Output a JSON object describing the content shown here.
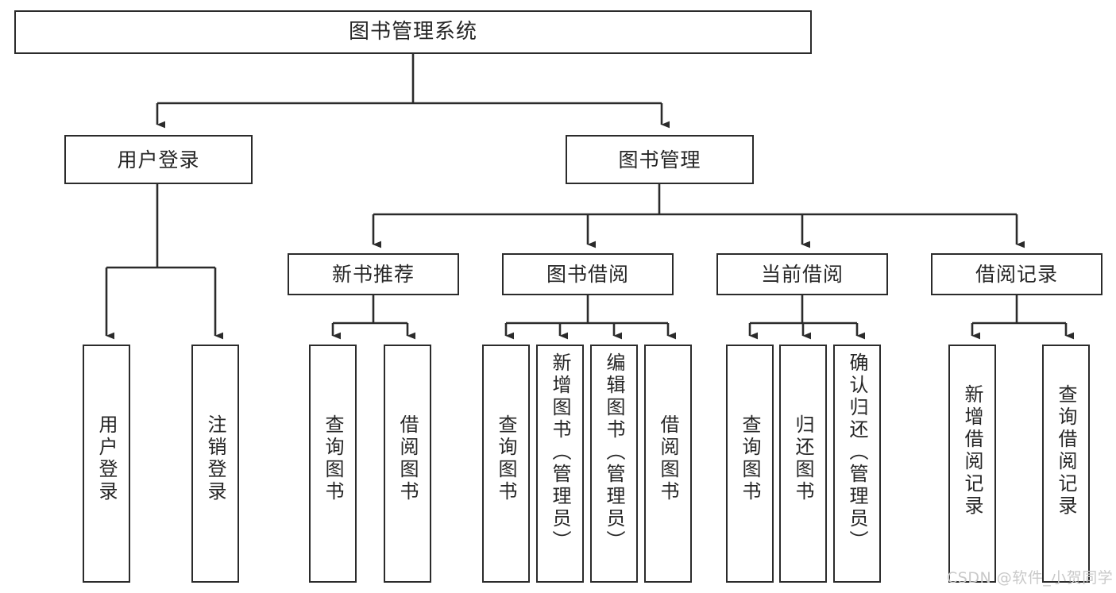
{
  "diagram": {
    "title": "图书管理系统",
    "type": "tree",
    "watermark": "CSDN @软件_小贺同学",
    "colors": {
      "stroke": "#2b2b2b",
      "fill": "#ffffff",
      "text": "#262626",
      "watermark": "#c9c9c9",
      "background": "#ffffff"
    },
    "levels": {
      "root": [
        "图书管理系统"
      ],
      "level2": [
        "用户登录",
        "图书管理"
      ],
      "level3": [
        "新书推荐",
        "图书借阅",
        "当前借阅",
        "借阅记录"
      ],
      "leaves": [
        "用户登录",
        "注销登录",
        "查询图书",
        "借阅图书",
        "查询图书",
        "新增图书（管理员）",
        "编辑图书（管理员）",
        "借阅图书",
        "查询图书",
        "归还图书",
        "确认归还（管理员）",
        "新增借阅记录",
        "查询借阅记录"
      ]
    },
    "nodes": {
      "root": {
        "label": "图书管理系统"
      },
      "user_login": {
        "label": "用户登录"
      },
      "book_manage": {
        "label": "图书管理"
      },
      "new_book_rec": {
        "label": "新书推荐"
      },
      "book_borrow": {
        "label": "图书借阅"
      },
      "current_borrow": {
        "label": "当前借阅"
      },
      "borrow_record": {
        "label": "借阅记录"
      },
      "leaf_user_login": {
        "label": "用户登录"
      },
      "leaf_logout": {
        "label": "注销登录"
      },
      "leaf_query_book_a": {
        "label": "查询图书"
      },
      "leaf_borrow_book_a": {
        "label": "借阅图书"
      },
      "leaf_query_book_b": {
        "label": "查询图书"
      },
      "leaf_add_book": {
        "label": "新增图书（管理员）"
      },
      "leaf_edit_book": {
        "label": "编辑图书（管理员）"
      },
      "leaf_borrow_book_b": {
        "label": "借阅图书"
      },
      "leaf_query_book_c": {
        "label": "查询图书"
      },
      "leaf_return_book": {
        "label": "归还图书"
      },
      "leaf_confirm_return": {
        "label": "确认归还（管理员）"
      },
      "leaf_add_record": {
        "label": "新增借阅记录"
      },
      "leaf_query_record": {
        "label": "查询借阅记录"
      }
    },
    "edges": [
      {
        "from": "root",
        "to": "user_login"
      },
      {
        "from": "root",
        "to": "book_manage"
      },
      {
        "from": "user_login",
        "to": "leaf_user_login"
      },
      {
        "from": "user_login",
        "to": "leaf_logout"
      },
      {
        "from": "book_manage",
        "to": "new_book_rec"
      },
      {
        "from": "book_manage",
        "to": "book_borrow"
      },
      {
        "from": "book_manage",
        "to": "current_borrow"
      },
      {
        "from": "book_manage",
        "to": "borrow_record"
      },
      {
        "from": "new_book_rec",
        "to": "leaf_query_book_a"
      },
      {
        "from": "new_book_rec",
        "to": "leaf_borrow_book_a"
      },
      {
        "from": "book_borrow",
        "to": "leaf_query_book_b"
      },
      {
        "from": "book_borrow",
        "to": "leaf_add_book"
      },
      {
        "from": "book_borrow",
        "to": "leaf_edit_book"
      },
      {
        "from": "book_borrow",
        "to": "leaf_borrow_book_b"
      },
      {
        "from": "current_borrow",
        "to": "leaf_query_book_c"
      },
      {
        "from": "current_borrow",
        "to": "leaf_return_book"
      },
      {
        "from": "current_borrow",
        "to": "leaf_confirm_return"
      },
      {
        "from": "borrow_record",
        "to": "leaf_add_record"
      },
      {
        "from": "borrow_record",
        "to": "leaf_query_record"
      }
    ]
  }
}
